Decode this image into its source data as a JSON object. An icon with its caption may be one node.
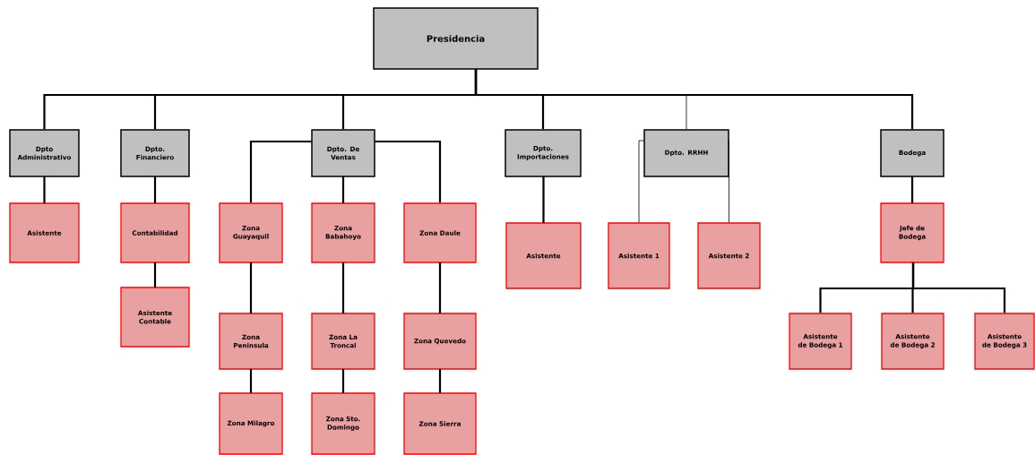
{
  "diagram": {
    "nodes": [
      {
        "text": [
          "Presidencia"
        ]
      },
      {
        "text": [
          "Dpto Administrativo"
        ]
      },
      {
        "text": [
          "Dpto. Financiero"
        ]
      },
      {
        "text": [
          "Dpto. De Ventas"
        ]
      },
      {
        "text": [
          "Dpto. Importaciones"
        ]
      },
      {
        "text": [
          "Dpto. RRHH"
        ]
      },
      {
        "text": [
          "Bodega"
        ]
      },
      {
        "text": [
          "Asistente"
        ]
      },
      {
        "text": [
          "Contabilidad"
        ]
      },
      {
        "text": [
          "Asistente Contable"
        ]
      },
      {
        "text": [
          "Zona Guayaquil"
        ]
      },
      {
        "text": [
          "Zona Peninsula"
        ]
      },
      {
        "text": [
          "Zona Milagro"
        ]
      },
      {
        "text": [
          "Zona Babahoyo"
        ]
      },
      {
        "text": [
          "Zona La Troncal"
        ]
      },
      {
        "text": [
          "Zona Sto. Domingo"
        ]
      },
      {
        "text": [
          "Zona Daule"
        ]
      },
      {
        "text": [
          "Zona Quevedo"
        ]
      },
      {
        "text": [
          "Zona Sierra"
        ]
      },
      {
        "text": [
          "Asistente"
        ]
      },
      {
        "text": [
          "Asistente 1"
        ]
      },
      {
        "text": [
          "Asistente 2"
        ]
      },
      {
        "text": [
          "Jefe de Bodega"
        ]
      },
      {
        "text": [
          "Asistente de Bodega 1"
        ]
      },
      {
        "text": [
          "Asistente de Bodega 2"
        ]
      },
      {
        "text": [
          "Asistente de Bodega 3"
        ]
      }
    ],
    "edges": [
      {
        "from": 0,
        "to": 1,
        "arrow": "none"
      },
      {
        "from": 0,
        "to": 2,
        "arrow": "none"
      },
      {
        "from": 0,
        "to": 3,
        "arrow": "none"
      },
      {
        "from": 0,
        "to": 4,
        "arrow": "none"
      },
      {
        "from": 0,
        "to": 5,
        "arrow": "none"
      },
      {
        "from": 0,
        "to": 6,
        "arrow": "none"
      },
      {
        "from": 1,
        "to": 7,
        "arrow": "none"
      },
      {
        "from": 2,
        "to": 8,
        "arrow": "none"
      },
      {
        "from": 8,
        "to": 9,
        "arrow": "none"
      },
      {
        "from": 3,
        "to": 10,
        "arrow": "none"
      },
      {
        "from": 3,
        "to": 13,
        "arrow": "none"
      },
      {
        "from": 3,
        "to": 16,
        "arrow": "none"
      },
      {
        "from": 10,
        "to": 11,
        "arrow": "none"
      },
      {
        "from": 11,
        "to": 12,
        "arrow": "none"
      },
      {
        "from": 13,
        "to": 14,
        "arrow": "none"
      },
      {
        "from": 14,
        "to": 15,
        "arrow": "none"
      },
      {
        "from": 16,
        "to": 17,
        "arrow": "none"
      },
      {
        "from": 17,
        "to": 18,
        "arrow": "none"
      },
      {
        "from": 4,
        "to": 19,
        "arrow": "none"
      },
      {
        "from": 5,
        "to": 20,
        "arrow": "none"
      },
      {
        "from": 5,
        "to": 21,
        "arrow": "none"
      },
      {
        "from": 6,
        "to": 22,
        "arrow": "none"
      },
      {
        "from": 22,
        "to": 23,
        "arrow": "none"
      },
      {
        "from": 22,
        "to": 24,
        "arrow": "none"
      },
      {
        "from": 22,
        "to": 25,
        "arrow": "none"
      }
    ]
  }
}
